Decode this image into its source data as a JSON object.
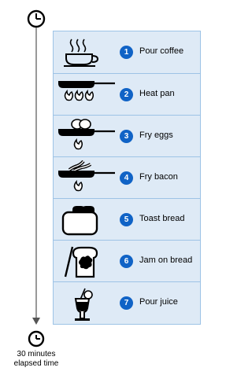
{
  "steps": [
    {
      "number": "1",
      "label": "Pour coffee",
      "icon": "coffee-cup-icon"
    },
    {
      "number": "2",
      "label": "Heat pan",
      "icon": "frying-pan-flames-icon"
    },
    {
      "number": "3",
      "label": "Fry eggs",
      "icon": "frying-eggs-icon"
    },
    {
      "number": "4",
      "label": "Fry bacon",
      "icon": "frying-bacon-icon"
    },
    {
      "number": "5",
      "label": "Toast bread",
      "icon": "toaster-icon"
    },
    {
      "number": "6",
      "label": "Jam on bread",
      "icon": "jam-bread-icon"
    },
    {
      "number": "7",
      "label": "Pour juice",
      "icon": "juice-glass-icon"
    }
  ],
  "timeline": {
    "end_label_line1": "30 minutes",
    "end_label_line2": "elapsed time"
  },
  "colors": {
    "panel_fill": "#deeaf6",
    "panel_border": "#9dc3e6",
    "badge": "#1063c6"
  }
}
